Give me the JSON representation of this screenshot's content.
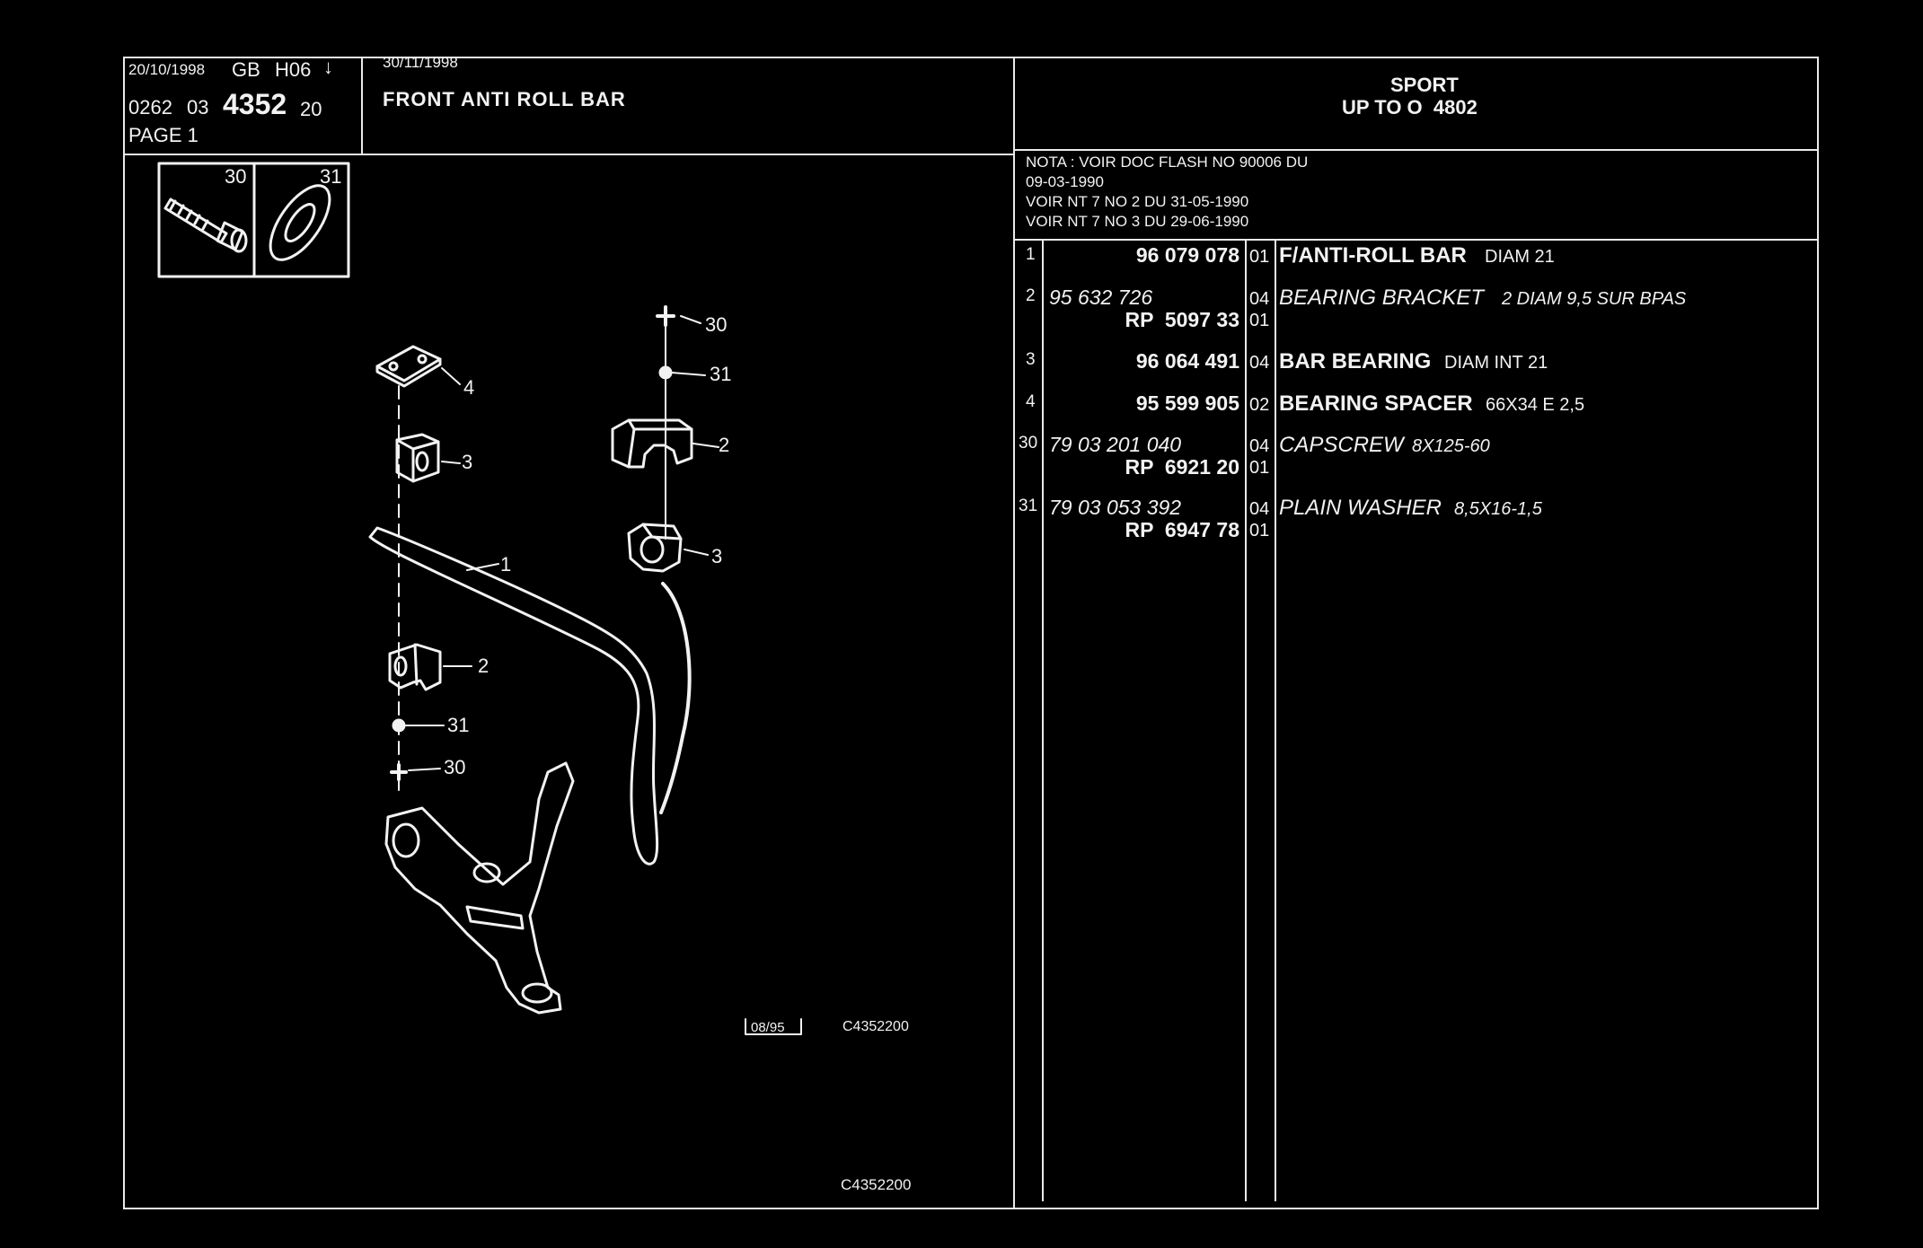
{
  "header": {
    "date1": "20/10/1998",
    "lang": "GB",
    "code": "H06",
    "arrow": "↓",
    "ref_prefix": "0262",
    "ref_group": "03",
    "ref_main": "4352",
    "ref_suffix": "20",
    "page": "PAGE 1",
    "date2": "30/11/1998",
    "title": "FRONT ANTI ROLL BAR",
    "model": "SPORT",
    "range": "UP TO O  4802"
  },
  "notes": [
    "NOTA : VOIR DOC FLASH NO 90006 DU",
    "09-03-1990",
    "VOIR NT 7 NO 2 DU 31-05-1990",
    "VOIR NT 7 NO 3 DU 29-06-1990"
  ],
  "parts": [
    {
      "idx": "1",
      "pn": "96 079 078",
      "qty": "01",
      "name": "F/ANTI-ROLL BAR",
      "detail": "DIAM 21",
      "style": "bold"
    },
    {
      "idx": "2",
      "pn": "95 632 726",
      "qty": "04",
      "name": "BEARING BRACKET",
      "detail": "2 DIAM 9,5 SUR BPAS",
      "style": "italic",
      "rp": "RP  5097 33",
      "rp_qty": "01"
    },
    {
      "idx": "3",
      "pn": "96 064 491",
      "qty": "04",
      "name": "BAR BEARING",
      "detail": "DIAM INT 21",
      "style": "bold"
    },
    {
      "idx": "4",
      "pn": "95 599 905",
      "qty": "02",
      "name": "BEARING SPACER",
      "detail": "66X34 E 2,5",
      "style": "bold"
    },
    {
      "idx": "30",
      "pn": "79 03 201 040",
      "qty": "04",
      "name": "CAPSCREW",
      "detail": "8X125-60",
      "style": "italic",
      "rp": "RP  6921 20",
      "rp_qty": "01"
    },
    {
      "idx": "31",
      "pn": "79 03 053 392",
      "qty": "04",
      "name": "PLAIN WASHER",
      "detail": "8,5X16-1,5",
      "style": "italic",
      "rp": "RP  6947 78",
      "rp_qty": "01"
    }
  ],
  "diagram": {
    "inset_labels": [
      "30",
      "31"
    ],
    "callouts": [
      "30",
      "31",
      "4",
      "3",
      "2",
      "3",
      "1",
      "2",
      "31",
      "30"
    ],
    "stamp": "08/95",
    "code1": "C4352200",
    "code2": "C4352200"
  }
}
